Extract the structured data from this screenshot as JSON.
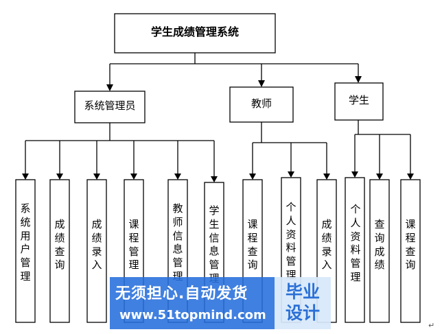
{
  "root": {
    "label": "学生成绩管理系统"
  },
  "roles": [
    {
      "label": "系统管理员",
      "children": [
        "系统用户管理",
        "成绩查询",
        "成绩录入",
        "课程管理",
        "教师信息管理",
        "学生信息管理"
      ]
    },
    {
      "label": "教师",
      "children": [
        "课程查询",
        "个人资料管理",
        "成绩录入"
      ]
    },
    {
      "label": "学生",
      "children": [
        "个人资料管理",
        "查询成绩",
        "课程查询"
      ]
    }
  ],
  "watermark": {
    "line1": "无须担心.自动发货",
    "line2": "www.51topmind.com",
    "badge": "毕业设计"
  },
  "return_mark": "↵"
}
